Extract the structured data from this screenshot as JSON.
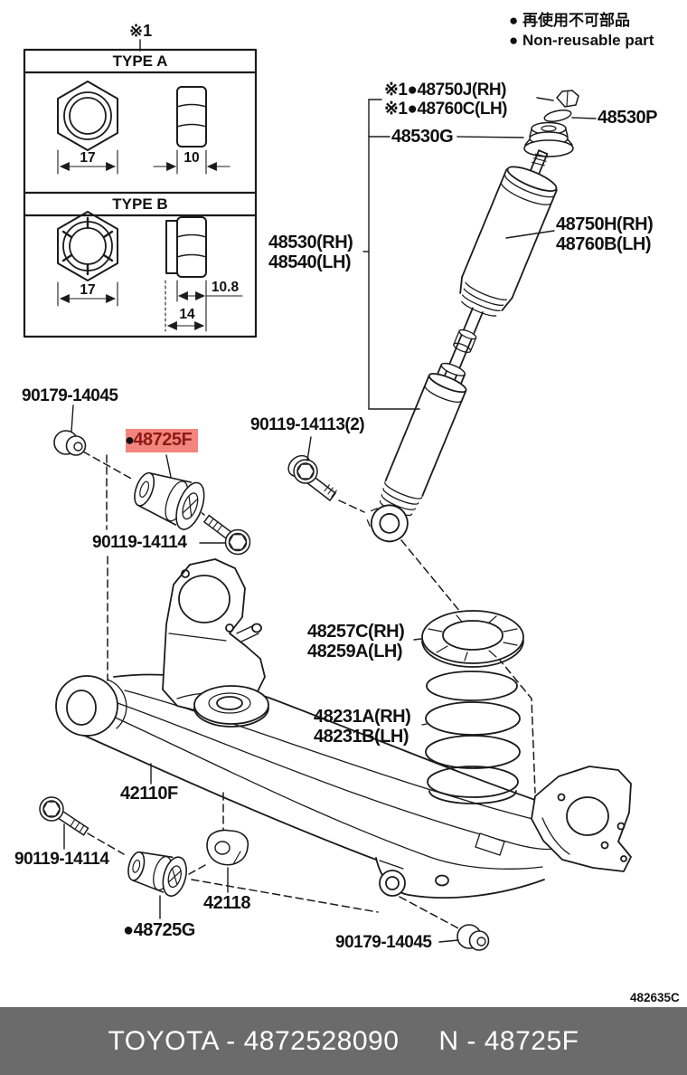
{
  "legend": {
    "non_reusable_jp": "● 再使用不可部品",
    "non_reusable_en": "● Non-reusable part"
  },
  "spec_box": {
    "note": "※1",
    "type_a_title": "TYPE A",
    "type_a_width": "17",
    "type_a_thickness": "10",
    "type_b_title": "TYPE B",
    "type_b_width": "17",
    "type_b_body": "10.8",
    "type_b_thickness": "14"
  },
  "parts": {
    "support_rh": "※1●48750J(RH)",
    "support_lh": "※1●48760C(LH)",
    "retainer": "48530P",
    "cushion": "48530G",
    "absorber_assy_rh": "48530(RH)",
    "absorber_assy_lh": "48540(LH)",
    "absorber_rh": "48750H(RH)",
    "absorber_lh": "48760B(LH)",
    "nut_upper": "90179-14045",
    "selected_bullet": "●",
    "selected": "48725F",
    "bolt_washer": "90119-14113(2)",
    "bolt_upper": "90119-14114",
    "seat_rh": "48257C(RH)",
    "seat_lh": "48259A(LH)",
    "spring_rh": "48231A(RH)",
    "spring_lh": "48231B(LH)",
    "beam": "42110F",
    "bolt_lower": "90119-14114",
    "bracket": "42118",
    "bushing": "●48725G",
    "nut_lower": "90179-14045"
  },
  "figure_code": "482635C",
  "footer": {
    "catalog": "TOYOTA - 4872528090",
    "part_ref": "N - 48725F"
  },
  "colors": {
    "highlight_bg": "#f4847e",
    "highlight_text": "#8c1a16",
    "footer_bg": "#6b6b6b",
    "line": "#1b1b1b"
  }
}
